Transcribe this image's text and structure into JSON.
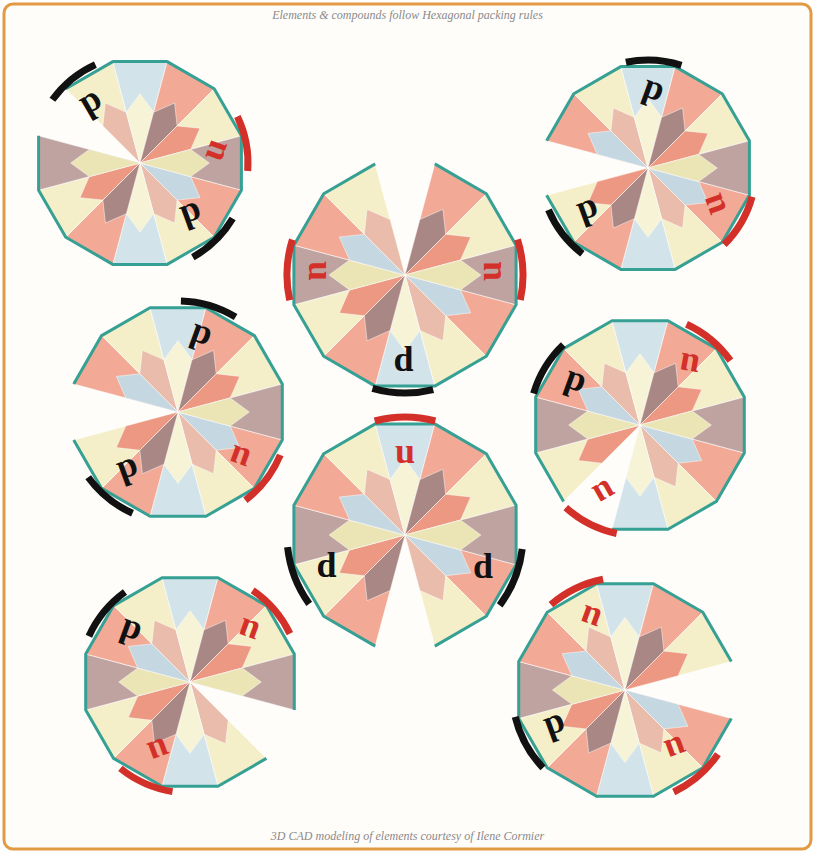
{
  "diagram": {
    "title": "Elements & compounds follow Hexagonal packing rules",
    "caption": "3D CAD modeling of elements courtesy of Ilene Cormier",
    "nodes": [
      {
        "text": [
          "d",
          "u",
          "d"
        ]
      },
      {
        "text": [
          "u",
          "u",
          "d"
        ]
      },
      {
        "text": [
          "d",
          "u",
          "d"
        ]
      },
      {
        "text": [
          "d",
          "u",
          "d"
        ]
      },
      {
        "text": [
          "u",
          "d",
          "d"
        ]
      },
      {
        "text": [
          "u",
          "d",
          "u"
        ]
      },
      {
        "text": [
          "d",
          "u",
          "u"
        ]
      },
      {
        "text": [
          "u",
          "d",
          "u"
        ]
      }
    ]
  }
}
